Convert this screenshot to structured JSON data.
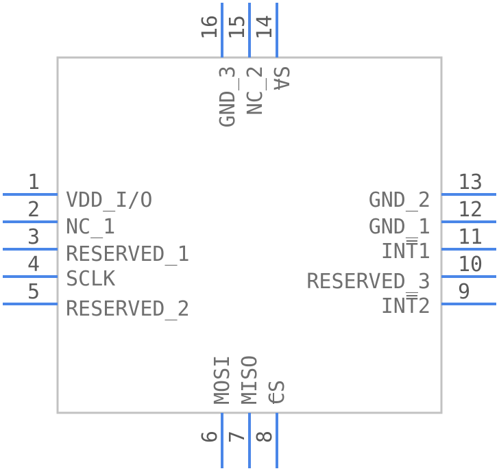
{
  "component": {
    "colors": {
      "body_stroke": "#c2c2c2",
      "pin": "#4a86e8",
      "number_text": "#5a5a5a",
      "label_text": "#6f6f6f"
    }
  },
  "pins": {
    "left": [
      {
        "number": "1",
        "label": "VDD_I/O",
        "overbar": ""
      },
      {
        "number": "2",
        "label": "NC_1",
        "overbar": ""
      },
      {
        "number": "3",
        "label": "RESERVED_1",
        "overbar": ""
      },
      {
        "number": "4",
        "label": "SCLK",
        "overbar": ""
      },
      {
        "number": "5",
        "label": "RESERVED_2",
        "overbar": ""
      }
    ],
    "right": [
      {
        "number": "13",
        "label": "GND_2",
        "overbar": ""
      },
      {
        "number": "12",
        "label": "GND_1",
        "overbar": ""
      },
      {
        "number": "11",
        "label": "INT1",
        "overbar": "T"
      },
      {
        "number": "10",
        "label": "RESERVED_3",
        "overbar": ""
      },
      {
        "number": "9",
        "label": "INT2",
        "overbar": "T"
      }
    ],
    "top": [
      {
        "number": "16",
        "label": "GND_3",
        "overbar": ""
      },
      {
        "number": "15",
        "label": "NC_2",
        "overbar": ""
      },
      {
        "number": "14",
        "label": "VS",
        "overbar": "V"
      }
    ],
    "bottom": [
      {
        "number": "6",
        "label": "MOSI",
        "overbar": ""
      },
      {
        "number": "7",
        "label": "MISO",
        "overbar": ""
      },
      {
        "number": "8",
        "label": "CS",
        "overbar": "C"
      }
    ]
  }
}
